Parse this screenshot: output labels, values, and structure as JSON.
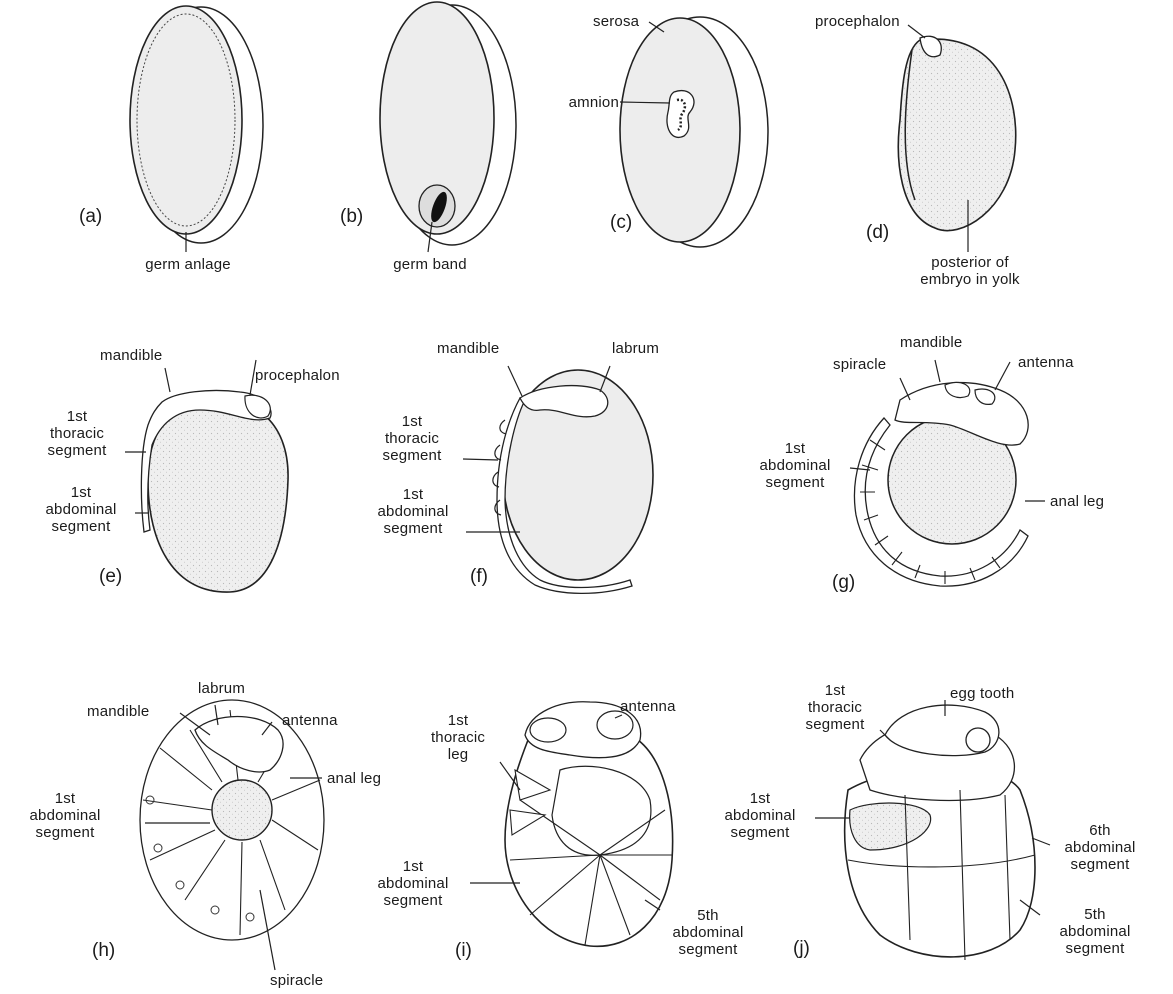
{
  "panels": {
    "a": {
      "letter": "(a)",
      "labels": {
        "germ_anlage": "germ anlage"
      }
    },
    "b": {
      "letter": "(b)",
      "labels": {
        "germ_band": "germ band"
      }
    },
    "c": {
      "letter": "(c)",
      "labels": {
        "serosa": "serosa",
        "amnion": "amnion"
      }
    },
    "d": {
      "letter": "(d)",
      "labels": {
        "procephalon": "procephalon",
        "posterior": "posterior of\nembryo in yolk"
      }
    },
    "e": {
      "letter": "(e)",
      "labels": {
        "mandible": "mandible",
        "procephalon": "procephalon",
        "thoracic": "1st\nthoracic\nsegment",
        "abdominal": "1st\nabdominal\nsegment"
      }
    },
    "f": {
      "letter": "(f)",
      "labels": {
        "mandible": "mandible",
        "labrum": "labrum",
        "thoracic": "1st\nthoracic\nsegment",
        "abdominal": "1st\nabdominal\nsegment"
      }
    },
    "g": {
      "letter": "(g)",
      "labels": {
        "mandible": "mandible",
        "spiracle": "spiracle",
        "antenna": "antenna",
        "abdominal": "1st\nabdominal\nsegment",
        "anal_leg": "anal leg"
      }
    },
    "h": {
      "letter": "(h)",
      "labels": {
        "labrum": "labrum",
        "mandible": "mandible",
        "antenna": "antenna",
        "abdominal": "1st\nabdominal\nsegment",
        "anal_leg": "anal leg",
        "spiracle": "spiracle"
      }
    },
    "i": {
      "letter": "(i)",
      "labels": {
        "antenna": "antenna",
        "thoracic_leg": "1st\nthoracic\nleg",
        "abdominal": "1st\nabdominal\nsegment",
        "fifth_abdominal": "5th\nabdominal\nsegment"
      }
    },
    "j": {
      "letter": "(j)",
      "labels": {
        "thoracic": "1st\nthoracic\nsegment",
        "egg_tooth": "egg tooth",
        "abdominal": "1st\nabdominal\nsegment",
        "sixth_abdominal": "6th\nabdominal\nsegment",
        "fifth_abdominal": "5th\nabdominal\nsegment"
      }
    }
  }
}
